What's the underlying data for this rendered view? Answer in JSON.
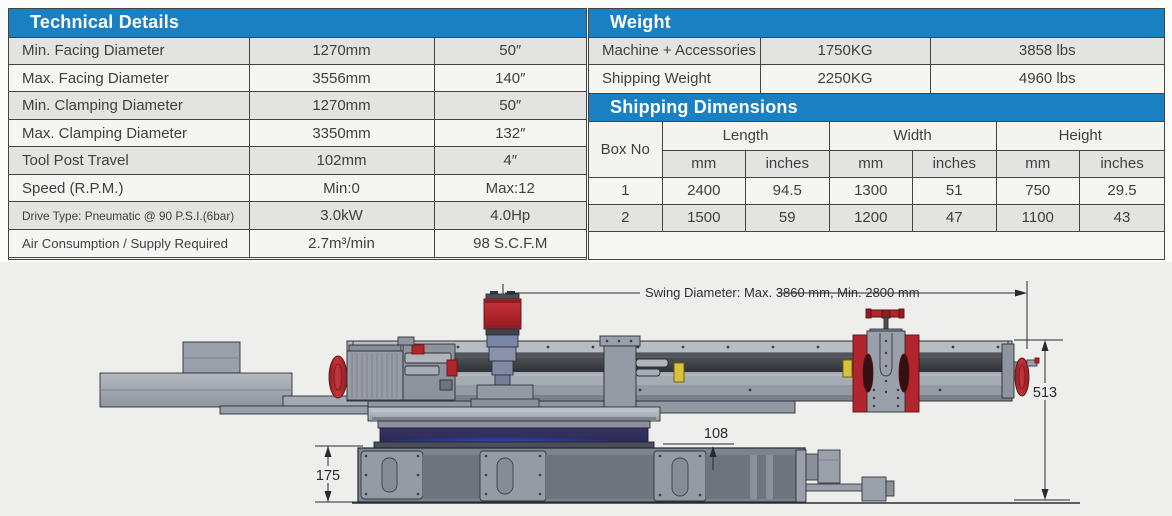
{
  "colors": {
    "header_blue": "#1a80c2",
    "row_gray": "#e3e3e2",
    "row_light": "#f5f5f4",
    "border": "#444444",
    "red_accent": "#b2252c",
    "ring_blue": "#2b3f96"
  },
  "tech_table": {
    "title": "Technical Details",
    "rows": [
      {
        "label": "Min. Facing Diameter",
        "metric": "1270mm",
        "imperial": "50″"
      },
      {
        "label": "Max. Facing Diameter",
        "metric": "3556mm",
        "imperial": "140″"
      },
      {
        "label": "Min. Clamping Diameter",
        "metric": "1270mm",
        "imperial": "50″"
      },
      {
        "label": "Max. Clamping Diameter",
        "metric": "3350mm",
        "imperial": "132″"
      },
      {
        "label": "Tool Post Travel",
        "metric": "102mm",
        "imperial": "4″"
      },
      {
        "label": "Speed (R.P.M.)",
        "metric": "Min:0",
        "imperial": "Max:12"
      },
      {
        "label": "Drive Type: Pneumatic @ 90 P.S.I.(6bar)",
        "metric": "3.0kW",
        "imperial": "4.0Hp"
      },
      {
        "label": "Air Consumption / Supply Required",
        "metric": "2.7m³/min",
        "imperial": "98 S.C.F.M"
      }
    ]
  },
  "weight_table": {
    "title": "Weight",
    "rows": [
      {
        "label": "Machine + Accessories",
        "metric": "1750KG",
        "imperial": "3858 lbs"
      },
      {
        "label": "Shipping Weight",
        "metric": "2250KG",
        "imperial": "4960 lbs"
      }
    ]
  },
  "shipping_table": {
    "title": "Shipping Dimensions",
    "box_no_header": "Box No",
    "groups": [
      "Length",
      "Width",
      "Height"
    ],
    "sub_headers": [
      "mm",
      "inches"
    ],
    "rows": [
      {
        "box": "1",
        "length_mm": "2400",
        "length_in": "94.5",
        "width_mm": "1300",
        "width_in": "51",
        "height_mm": "750",
        "height_in": "29.5"
      },
      {
        "box": "2",
        "length_mm": "1500",
        "length_in": "59",
        "width_mm": "1200",
        "width_in": "47",
        "height_mm": "1100",
        "height_in": "43"
      }
    ]
  },
  "diagram": {
    "swing_label": "Swing Diameter: Max. 3860 mm, Min. 2800 mm",
    "dim_height": "513",
    "dim_offset": "108",
    "dim_base_height": "175"
  }
}
